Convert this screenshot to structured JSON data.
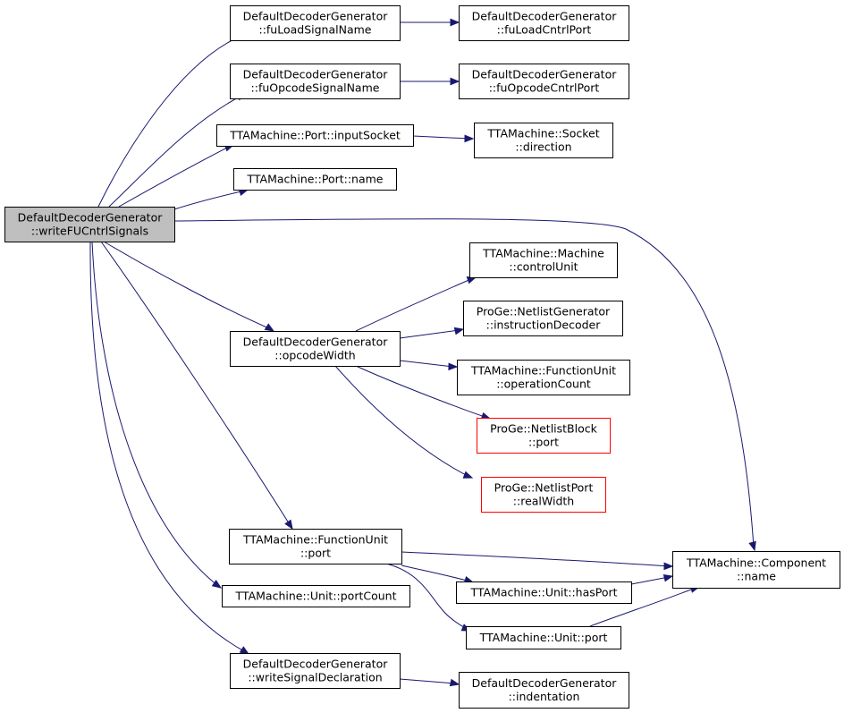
{
  "colors": {
    "edge": "#191970",
    "root_fill": "#bfbfbf",
    "node_border": "#000000",
    "incomplete_border": "#ff0000"
  },
  "nodes": [
    {
      "id": "root",
      "lines": [
        "DefaultDecoderGenerator",
        "::writeFUCntrlSignals"
      ],
      "style": "root"
    },
    {
      "id": "fuLoadSignalName",
      "lines": [
        "DefaultDecoderGenerator",
        "::fuLoadSignalName"
      ],
      "style": "normal"
    },
    {
      "id": "fuLoadCntrlPort",
      "lines": [
        "DefaultDecoderGenerator",
        "::fuLoadCntrlPort"
      ],
      "style": "normal"
    },
    {
      "id": "fuOpcodeSignalName",
      "lines": [
        "DefaultDecoderGenerator",
        "::fuOpcodeSignalName"
      ],
      "style": "normal"
    },
    {
      "id": "fuOpcodeCntrlPort",
      "lines": [
        "DefaultDecoderGenerator",
        "::fuOpcodeCntrlPort"
      ],
      "style": "normal"
    },
    {
      "id": "inputSocket",
      "lines": [
        "TTAMachine::Port::inputSocket"
      ],
      "style": "normal"
    },
    {
      "id": "socketDirection",
      "lines": [
        "TTAMachine::Socket",
        "::direction"
      ],
      "style": "normal"
    },
    {
      "id": "portName",
      "lines": [
        "TTAMachine::Port::name"
      ],
      "style": "normal"
    },
    {
      "id": "controlUnit",
      "lines": [
        "TTAMachine::Machine",
        "::controlUnit"
      ],
      "style": "normal"
    },
    {
      "id": "instructionDecoder",
      "lines": [
        "ProGe::NetlistGenerator",
        "::instructionDecoder"
      ],
      "style": "normal"
    },
    {
      "id": "opcodeWidth",
      "lines": [
        "DefaultDecoderGenerator",
        "::opcodeWidth"
      ],
      "style": "normal"
    },
    {
      "id": "operationCount",
      "lines": [
        "TTAMachine::FunctionUnit",
        "::operationCount"
      ],
      "style": "normal"
    },
    {
      "id": "netlistBlockPort",
      "lines": [
        "ProGe::NetlistBlock",
        "::port"
      ],
      "style": "red"
    },
    {
      "id": "realWidth",
      "lines": [
        "ProGe::NetlistPort",
        "::realWidth"
      ],
      "style": "red"
    },
    {
      "id": "fuPort",
      "lines": [
        "TTAMachine::FunctionUnit",
        "::port"
      ],
      "style": "normal"
    },
    {
      "id": "componentName",
      "lines": [
        "TTAMachine::Component",
        "::name"
      ],
      "style": "normal"
    },
    {
      "id": "hasPort",
      "lines": [
        "TTAMachine::Unit::hasPort"
      ],
      "style": "normal"
    },
    {
      "id": "portCount",
      "lines": [
        "TTAMachine::Unit::portCount"
      ],
      "style": "normal"
    },
    {
      "id": "unitPort",
      "lines": [
        "TTAMachine::Unit::port"
      ],
      "style": "normal"
    },
    {
      "id": "writeSignalDeclaration",
      "lines": [
        "DefaultDecoderGenerator",
        "::writeSignalDeclaration"
      ],
      "style": "normal"
    },
    {
      "id": "indentation",
      "lines": [
        "DefaultDecoderGenerator",
        "::indentation"
      ],
      "style": "normal"
    }
  ],
  "edges": [
    [
      "root",
      "fuLoadSignalName"
    ],
    [
      "fuLoadSignalName",
      "fuLoadCntrlPort"
    ],
    [
      "root",
      "fuOpcodeSignalName"
    ],
    [
      "fuOpcodeSignalName",
      "fuOpcodeCntrlPort"
    ],
    [
      "root",
      "inputSocket"
    ],
    [
      "inputSocket",
      "socketDirection"
    ],
    [
      "root",
      "portName"
    ],
    [
      "root",
      "componentName"
    ],
    [
      "root",
      "opcodeWidth"
    ],
    [
      "opcodeWidth",
      "controlUnit"
    ],
    [
      "opcodeWidth",
      "instructionDecoder"
    ],
    [
      "opcodeWidth",
      "operationCount"
    ],
    [
      "opcodeWidth",
      "netlistBlockPort"
    ],
    [
      "opcodeWidth",
      "realWidth"
    ],
    [
      "root",
      "fuPort"
    ],
    [
      "fuPort",
      "componentName"
    ],
    [
      "fuPort",
      "hasPort"
    ],
    [
      "fuPort",
      "unitPort"
    ],
    [
      "hasPort",
      "componentName"
    ],
    [
      "unitPort",
      "componentName"
    ],
    [
      "root",
      "portCount"
    ],
    [
      "root",
      "writeSignalDeclaration"
    ],
    [
      "writeSignalDeclaration",
      "indentation"
    ]
  ]
}
